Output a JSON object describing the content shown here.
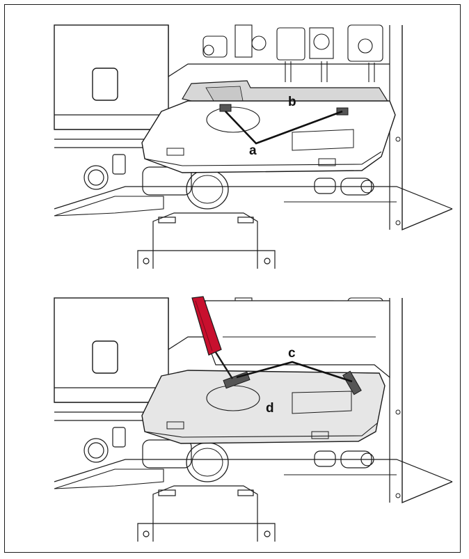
{
  "figure": {
    "top_panel": {
      "callouts": [
        {
          "id": "a",
          "label": "a"
        },
        {
          "id": "b",
          "label": "b"
        }
      ]
    },
    "bottom_panel": {
      "callouts": [
        {
          "id": "c",
          "label": "c"
        },
        {
          "id": "d",
          "label": "d"
        }
      ]
    }
  },
  "colors": {
    "line": "#1a1a1a",
    "panel_fill": "#d7d7d7",
    "highlight_fill": "#e6e6e6",
    "screwdriver": "#c8102e"
  }
}
